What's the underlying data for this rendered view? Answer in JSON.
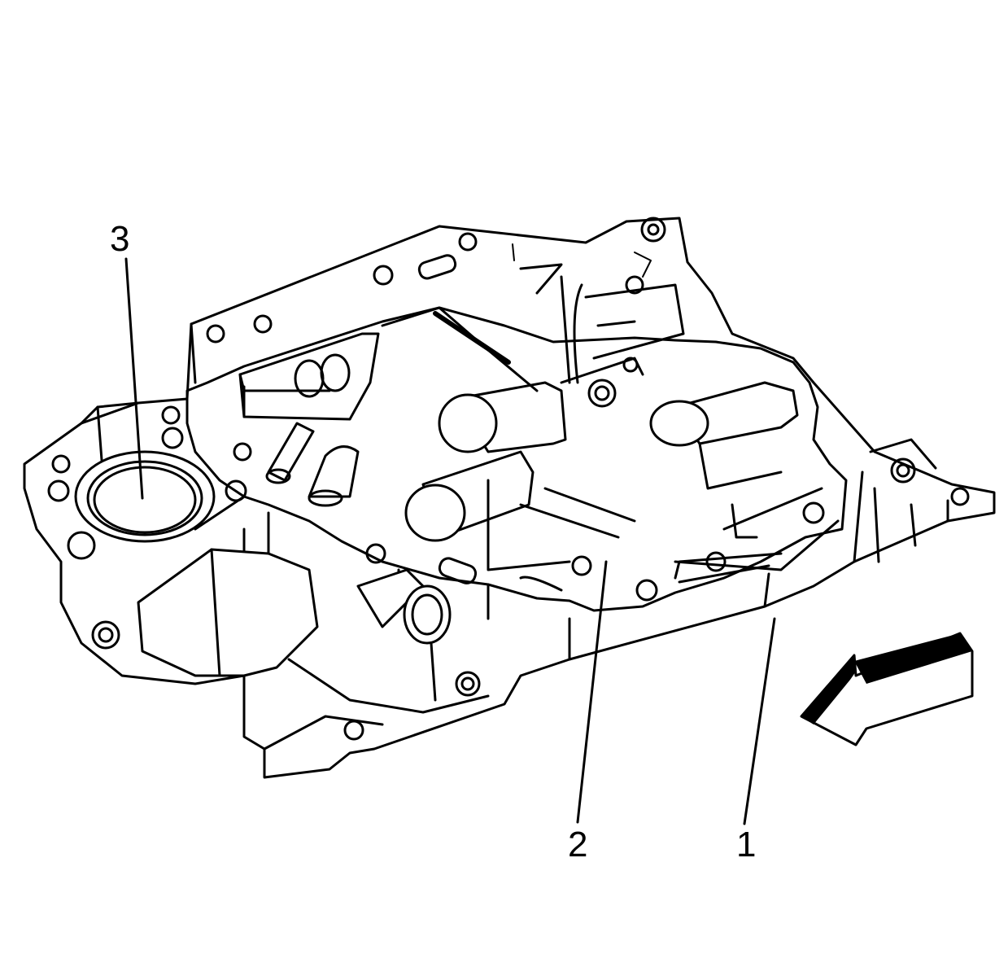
{
  "diagram": {
    "callouts": [
      {
        "id": "callout-1",
        "label": "1"
      },
      {
        "id": "callout-2",
        "label": "2"
      },
      {
        "id": "callout-3",
        "label": "3"
      }
    ],
    "colors": {
      "line": "#000000",
      "background": "#ffffff"
    },
    "icons": [
      "direction-arrow-icon"
    ]
  }
}
